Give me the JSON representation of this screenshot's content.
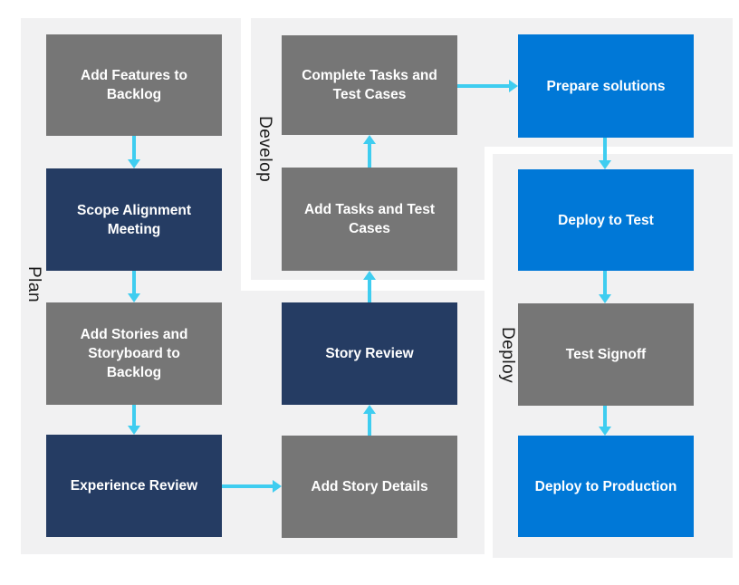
{
  "diagram": {
    "title": "Plan Develop Deploy process flow",
    "lanes": [
      {
        "id": "plan",
        "label": "Plan"
      },
      {
        "id": "develop",
        "label": "Develop"
      },
      {
        "id": "deploy",
        "label": "Deploy"
      }
    ],
    "nodes": [
      {
        "id": "add-features",
        "lane": "plan",
        "variant": "gray",
        "label": "Add Features to Backlog"
      },
      {
        "id": "scope-alignment",
        "lane": "plan",
        "variant": "navy",
        "label": "Scope Alignment Meeting"
      },
      {
        "id": "add-stories",
        "lane": "plan",
        "variant": "gray",
        "label": "Add Stories and Storyboard to Backlog"
      },
      {
        "id": "experience-review",
        "lane": "plan",
        "variant": "navy",
        "label": "Experience Review"
      },
      {
        "id": "add-story-details",
        "lane": "plan",
        "variant": "gray",
        "label": "Add Story Details"
      },
      {
        "id": "story-review",
        "lane": "plan",
        "variant": "navy",
        "label": "Story Review"
      },
      {
        "id": "add-tasks",
        "lane": "develop",
        "variant": "gray",
        "label": "Add Tasks and Test Cases"
      },
      {
        "id": "complete-tasks",
        "lane": "develop",
        "variant": "gray",
        "label": "Complete Tasks and Test Cases"
      },
      {
        "id": "prepare-solutions",
        "lane": "deploy",
        "variant": "blue",
        "label": "Prepare solutions"
      },
      {
        "id": "deploy-to-test",
        "lane": "deploy",
        "variant": "blue",
        "label": "Deploy to Test"
      },
      {
        "id": "test-signoff",
        "lane": "deploy",
        "variant": "gray",
        "label": "Test Signoff"
      },
      {
        "id": "deploy-production",
        "lane": "deploy",
        "variant": "blue",
        "label": "Deploy to Production"
      }
    ],
    "edges": [
      {
        "from": "add-features",
        "to": "scope-alignment",
        "direction": "down"
      },
      {
        "from": "scope-alignment",
        "to": "add-stories",
        "direction": "down"
      },
      {
        "from": "add-stories",
        "to": "experience-review",
        "direction": "down"
      },
      {
        "from": "experience-review",
        "to": "add-story-details",
        "direction": "right"
      },
      {
        "from": "add-story-details",
        "to": "story-review",
        "direction": "up"
      },
      {
        "from": "story-review",
        "to": "add-tasks",
        "direction": "up"
      },
      {
        "from": "add-tasks",
        "to": "complete-tasks",
        "direction": "up"
      },
      {
        "from": "complete-tasks",
        "to": "prepare-solutions",
        "direction": "right"
      },
      {
        "from": "prepare-solutions",
        "to": "deploy-to-test",
        "direction": "down"
      },
      {
        "from": "deploy-to-test",
        "to": "test-signoff",
        "direction": "down"
      },
      {
        "from": "test-signoff",
        "to": "deploy-production",
        "direction": "down"
      }
    ]
  },
  "colors": {
    "gray_box": "#767676",
    "navy_box": "#253C63",
    "blue_box": "#0078D7",
    "arrow": "#3FCDF0",
    "panel_background": "#F1F1F2",
    "lane_label_text": "#1B1B1B",
    "node_text": "#FFFFFF"
  }
}
